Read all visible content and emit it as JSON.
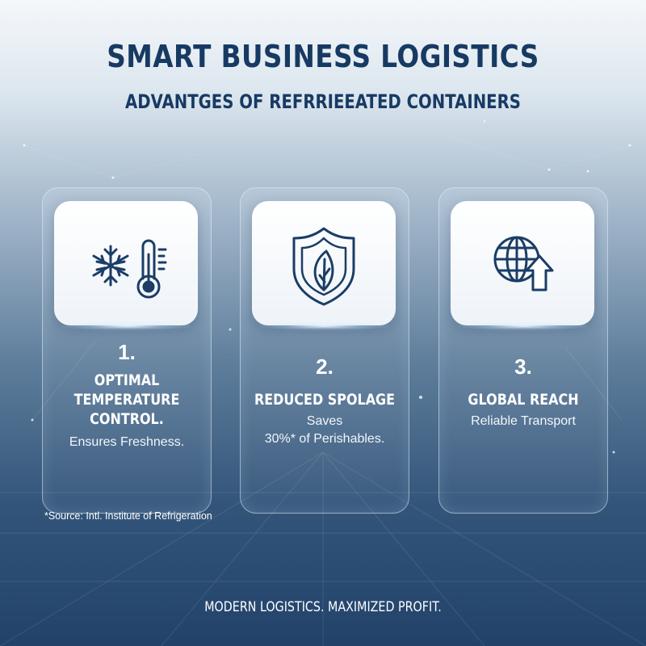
{
  "header": {
    "title": "SMART BUSINESS LOGISTICS",
    "subtitle": "ADVANTGES OF REFRRIEEATED CONTAINERS"
  },
  "cards": [
    {
      "number": "1.",
      "heading_lines": [
        "OPTIMAL",
        "TEMPERATURE",
        "CONTROL."
      ],
      "desc_lines": [
        "Ensures Freshness."
      ],
      "icons": [
        "snowflake-icon",
        "thermometer-icon"
      ]
    },
    {
      "number": "2.",
      "heading_lines": [
        "REDUCED SPOLAGE"
      ],
      "desc_lines": [
        "Saves",
        "30%* of Perishables."
      ],
      "icons": [
        "shield-leaf-icon"
      ]
    },
    {
      "number": "3.",
      "heading_lines": [
        "GLOBAL REACH"
      ],
      "desc_lines": [
        "Reliable Transport"
      ],
      "icons": [
        "globe-icon",
        "up-arrow-icon"
      ]
    }
  ],
  "source_note": "*Source: Intl. Institute of Refrigeration",
  "footer": "MODERN LOGISTICS. MAXIMIZED PROFIT.",
  "colors": {
    "title": "#173a63",
    "icon_stroke": "#1b3d66",
    "card_text": "#ffffff"
  }
}
